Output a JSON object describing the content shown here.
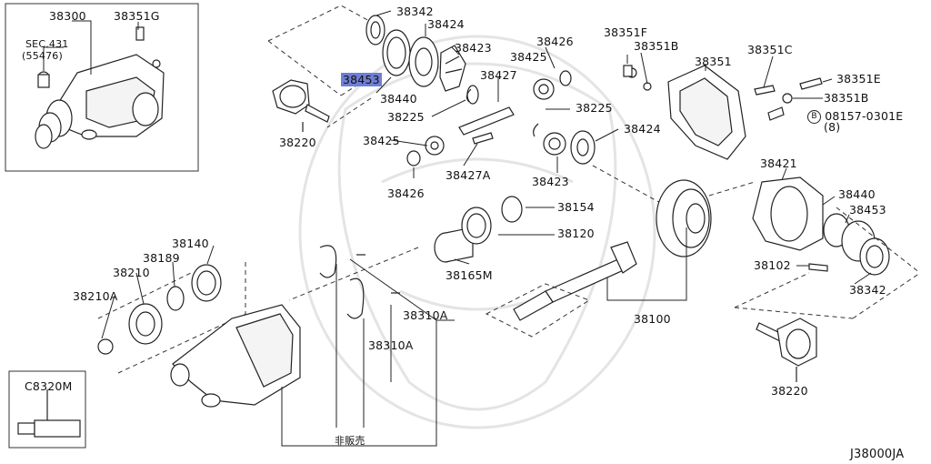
{
  "diagram_code": "J38000JA",
  "not_for_sale": "非販売",
  "inset": {
    "labels": {
      "assembly": "38300",
      "plug": "38351G",
      "sec": "SEC.431",
      "sec_ref": "(55476)"
    }
  },
  "tool_box": {
    "label": "C8320M"
  },
  "highlight_part": "38453",
  "parts": {
    "p38342a": "38342",
    "p38424a": "38424",
    "p38423a": "38423",
    "p38453a": "38453",
    "p38440a": "38440",
    "p38427": "38427",
    "p38225a": "38225",
    "p38220a": "38220",
    "p38426a": "38426",
    "p38425a": "38425",
    "p38351F": "38351F",
    "p38351Ba": "38351B",
    "p38351C": "38351C",
    "p38351": "38351",
    "p38351E": "38351E",
    "p38351Bb": "38351B",
    "p08157": "08157-0301E",
    "p08157q": "(8)",
    "p38225b": "38225",
    "p38424b": "38424",
    "p38425b": "38425",
    "p38426b": "38426",
    "p38427A": "38427A",
    "p38423b": "38423",
    "p38421": "38421",
    "p38440b": "38440",
    "p38453b": "38453",
    "p38154": "38154",
    "p38120": "38120",
    "p38165M": "38165M",
    "p38102": "38102",
    "p38342b": "38342",
    "p38140": "38140",
    "p38189": "38189",
    "p38210": "38210",
    "p38210A": "38210A",
    "p38310Aa": "38310A",
    "p38310Ab": "38310A",
    "p38100": "38100",
    "p38220b": "38220"
  }
}
